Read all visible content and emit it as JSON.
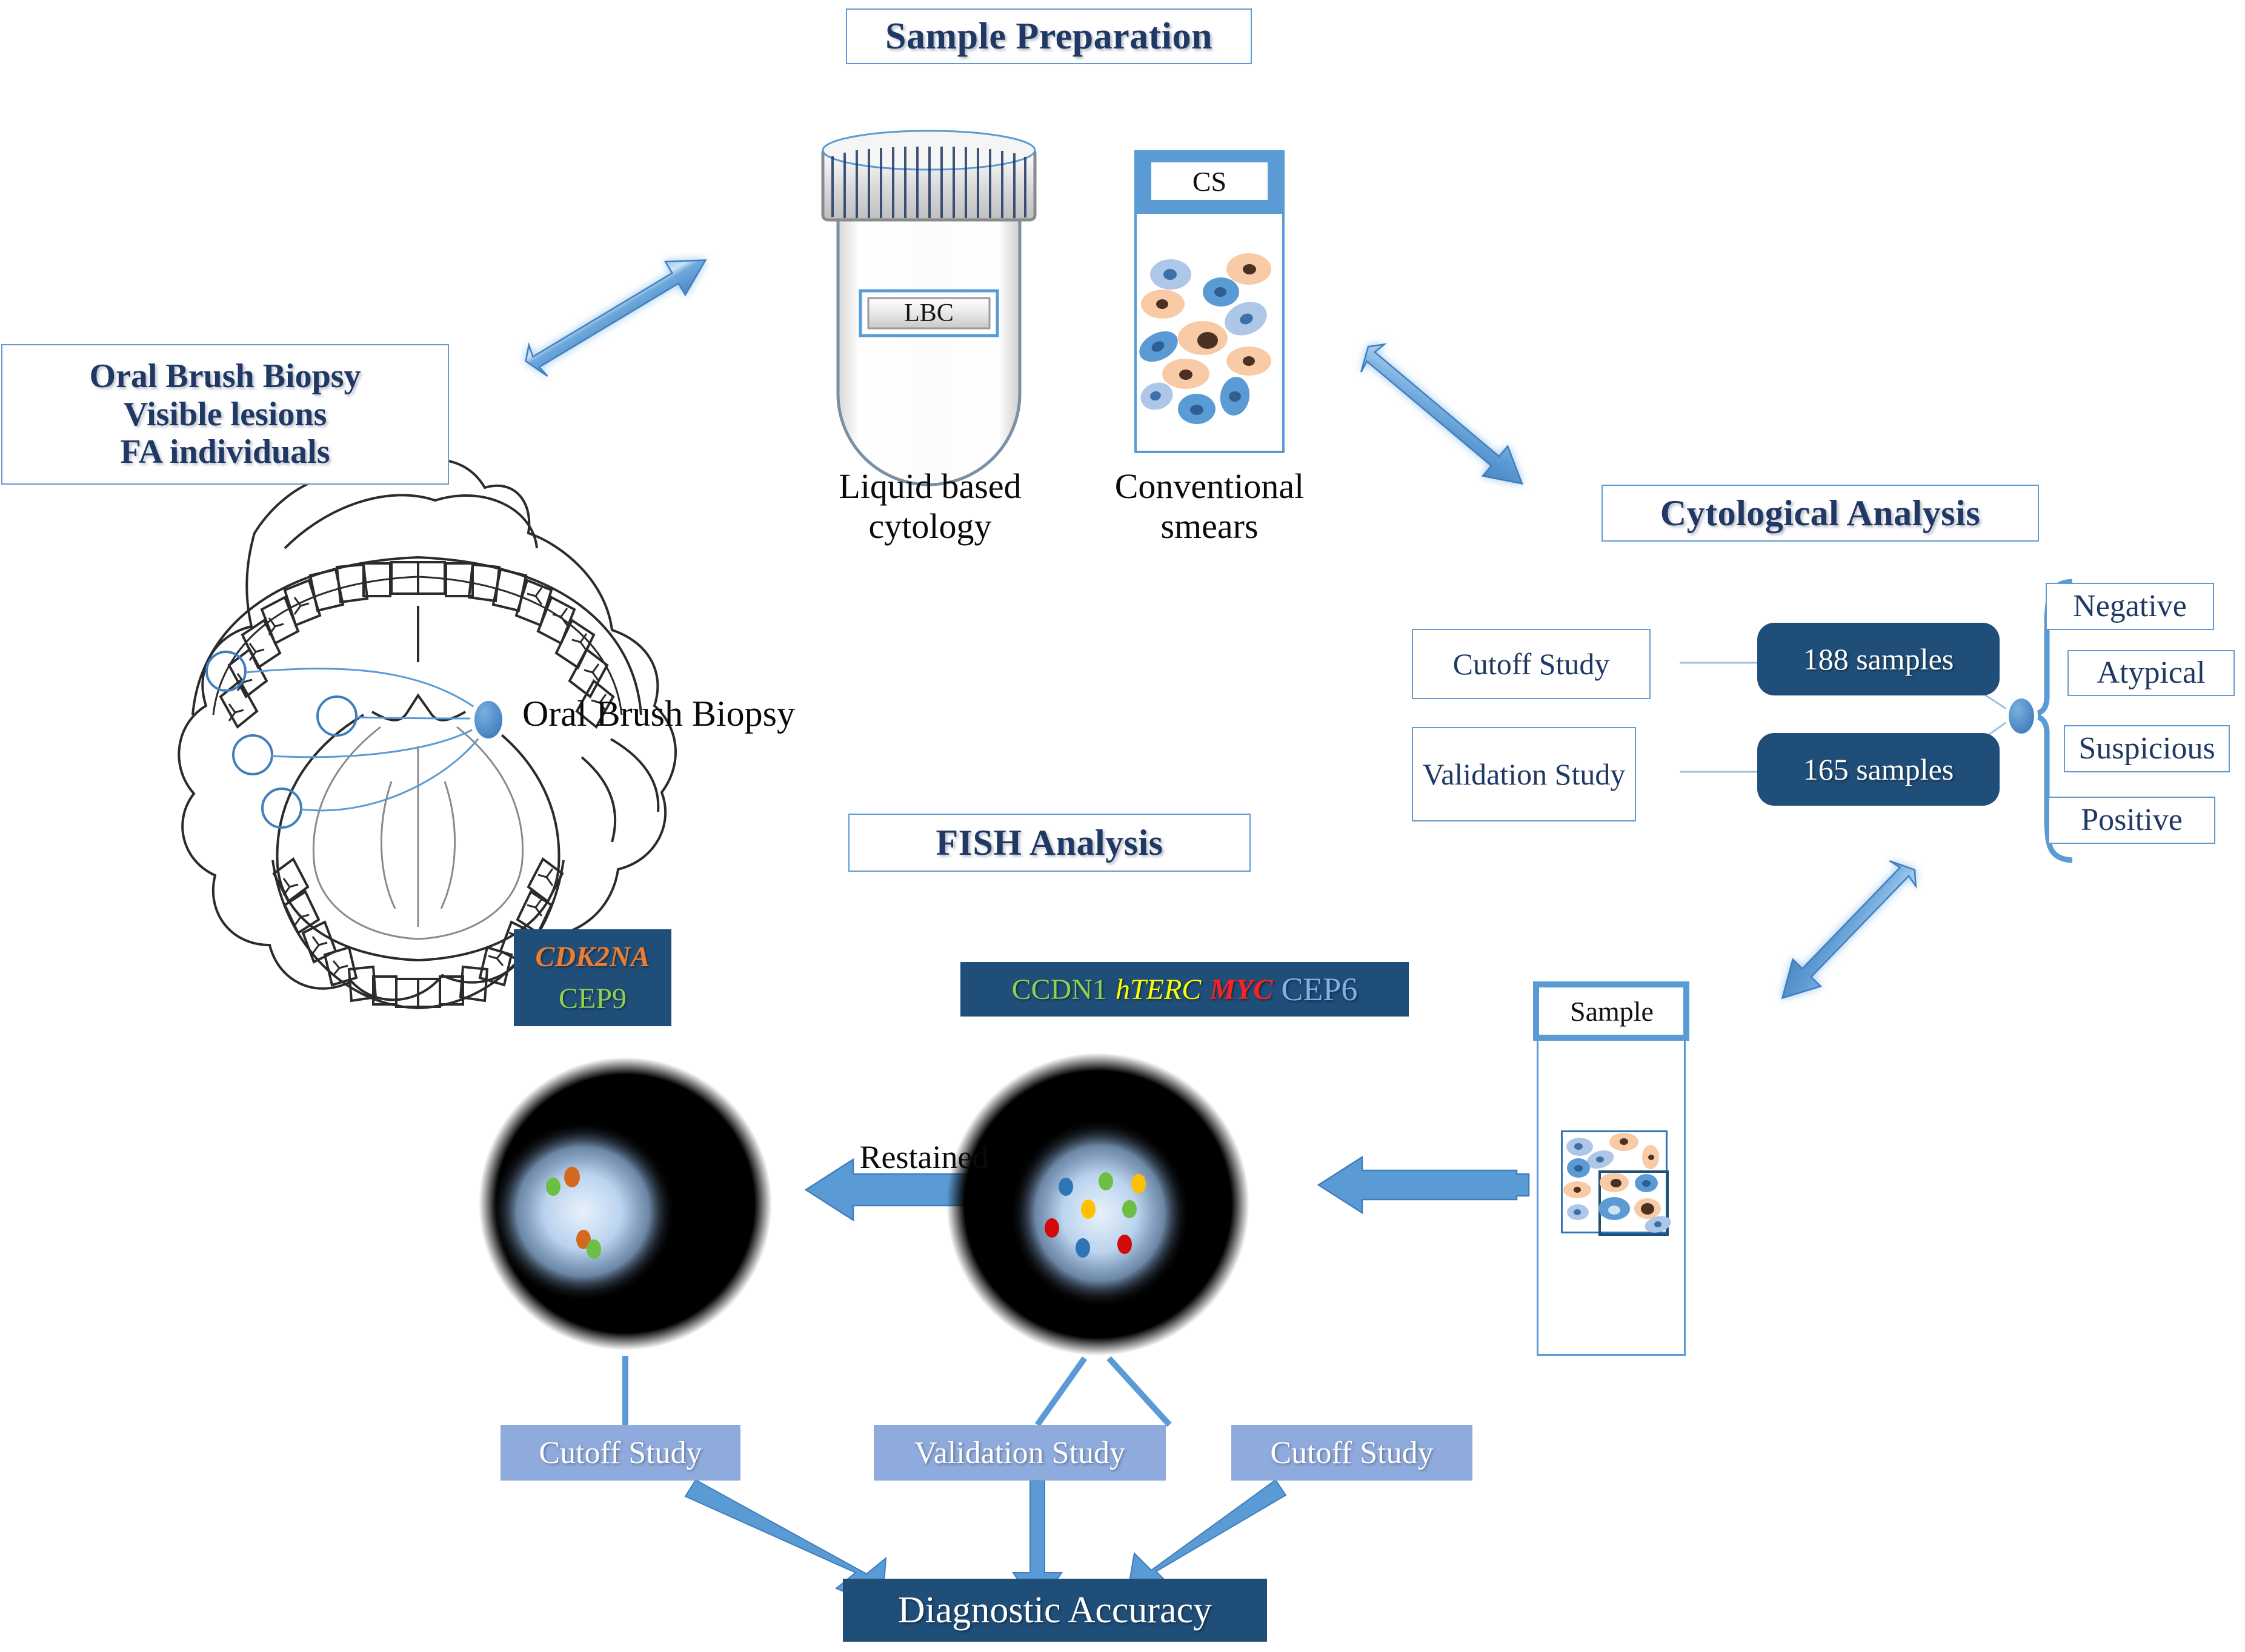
{
  "titles": {
    "sample_preparation": "Sample Preparation",
    "cytological_analysis": "Cytological Analysis",
    "fish_analysis": "FISH Analysis"
  },
  "source_box": {
    "line1": "Oral Brush Biopsy",
    "line2": "Visible lesions",
    "line3": "FA individuals"
  },
  "oral_diagram": {
    "callout_label": "Oral Brush Biopsy"
  },
  "sample_prep": {
    "lbc_label": "LBC",
    "lbc_caption_line1": "Liquid based",
    "lbc_caption_line2": "cytology",
    "cs_label": "CS",
    "cs_caption_line1": "Conventional",
    "cs_caption_line2": "smears"
  },
  "cytology": {
    "studies": [
      {
        "name": "Cutoff Study",
        "samples": "188 samples"
      },
      {
        "name": "Validation Study",
        "samples": "165 samples"
      }
    ],
    "results": [
      "Negative",
      "Atypical",
      "Suspicious",
      "Positive"
    ]
  },
  "fish": {
    "sample_slide_label": "Sample",
    "restained_label": "Restained",
    "probe_panel_left": {
      "gene1": "CDK2NA",
      "gene2": "CEP9",
      "gene1_color": "#ED7D31",
      "gene2_color": "#8FD14F"
    },
    "probe_panel_right": {
      "gene1": "CCDN1",
      "gene2": "hTERC",
      "gene3": "MYC",
      "gene4": "CEP6",
      "gene1_color": "#8FD14F",
      "gene2_color": "#FFFF00",
      "gene3_color": "#FF0000",
      "gene4_color": "#7FB2E5"
    },
    "bottom_tags": [
      "Cutoff Study",
      "Validation Study",
      "Cutoff Study"
    ],
    "outcome": "Diagnostic Accuracy"
  },
  "colors": {
    "navy_text": "#1F3864",
    "navy_fill": "#1F4E79",
    "accent_blue": "#5B9BD5",
    "mid_blue": "#8FAADC",
    "outline_blue": "#6699CC",
    "cell_peach": "#F8CBA6",
    "cell_lightblue": "#AEC7E8",
    "cell_blue": "#5B9BD5"
  },
  "chart_data": {
    "type": "diagram",
    "title": "Oral brush biopsy cytology and FISH analysis workflow",
    "stages": [
      "Sample Preparation",
      "Cytological Analysis",
      "FISH Analysis",
      "Diagnostic Accuracy"
    ],
    "counts": [
      {
        "study": "Cutoff Study",
        "samples": 188
      },
      {
        "study": "Validation Study",
        "samples": 165
      }
    ],
    "cytology_categories": [
      "Negative",
      "Atypical",
      "Suspicious",
      "Positive"
    ],
    "probes": [
      {
        "name": "CDK2NA",
        "color": "#ED7D31"
      },
      {
        "name": "CEP9",
        "color": "#8FD14F"
      },
      {
        "name": "CCDN1",
        "color": "#8FD14F"
      },
      {
        "name": "hTERC",
        "color": "#FFFF00"
      },
      {
        "name": "MYC",
        "color": "#FF0000"
      },
      {
        "name": "CEP6",
        "color": "#7FB2E5"
      }
    ]
  }
}
